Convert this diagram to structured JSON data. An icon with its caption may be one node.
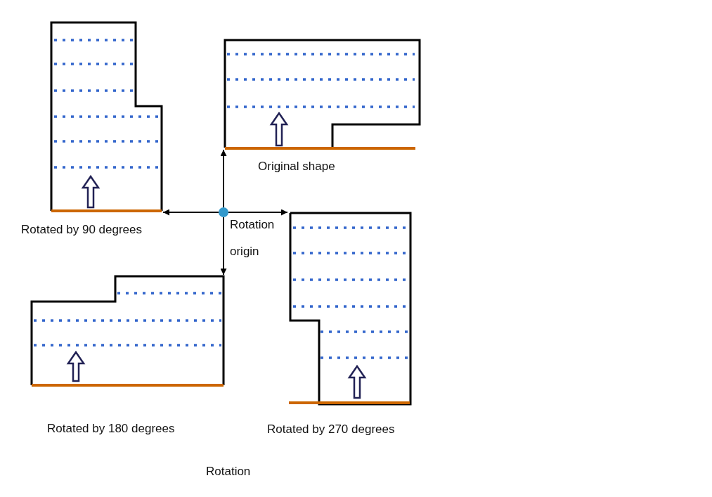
{
  "diagram": {
    "nodes": [
      {
        "text": [],
        "shape": "circle",
        "beside": [
          "Rotation origin"
        ]
      },
      {
        "text": [],
        "shape": "picture",
        "beside": [
          "Original shape"
        ]
      },
      {
        "text": [],
        "shape": "picture",
        "beside": [
          "Rotated by 90 degrees"
        ]
      },
      {
        "text": [],
        "shape": "picture",
        "beside": [
          "Rotated by 180 degrees"
        ]
      },
      {
        "text": [],
        "shape": "picture",
        "beside": [
          "Rotated by 270 degrees"
        ]
      }
    ],
    "edges": [
      {
        "from": 0,
        "to": 1,
        "arrow": "to"
      },
      {
        "from": 0,
        "to": 2,
        "arrow": "to"
      },
      {
        "from": 0,
        "to": 3,
        "arrow": "to"
      },
      {
        "from": 0,
        "to": 4,
        "arrow": "to"
      }
    ],
    "labels": [
      "Rotation"
    ]
  }
}
